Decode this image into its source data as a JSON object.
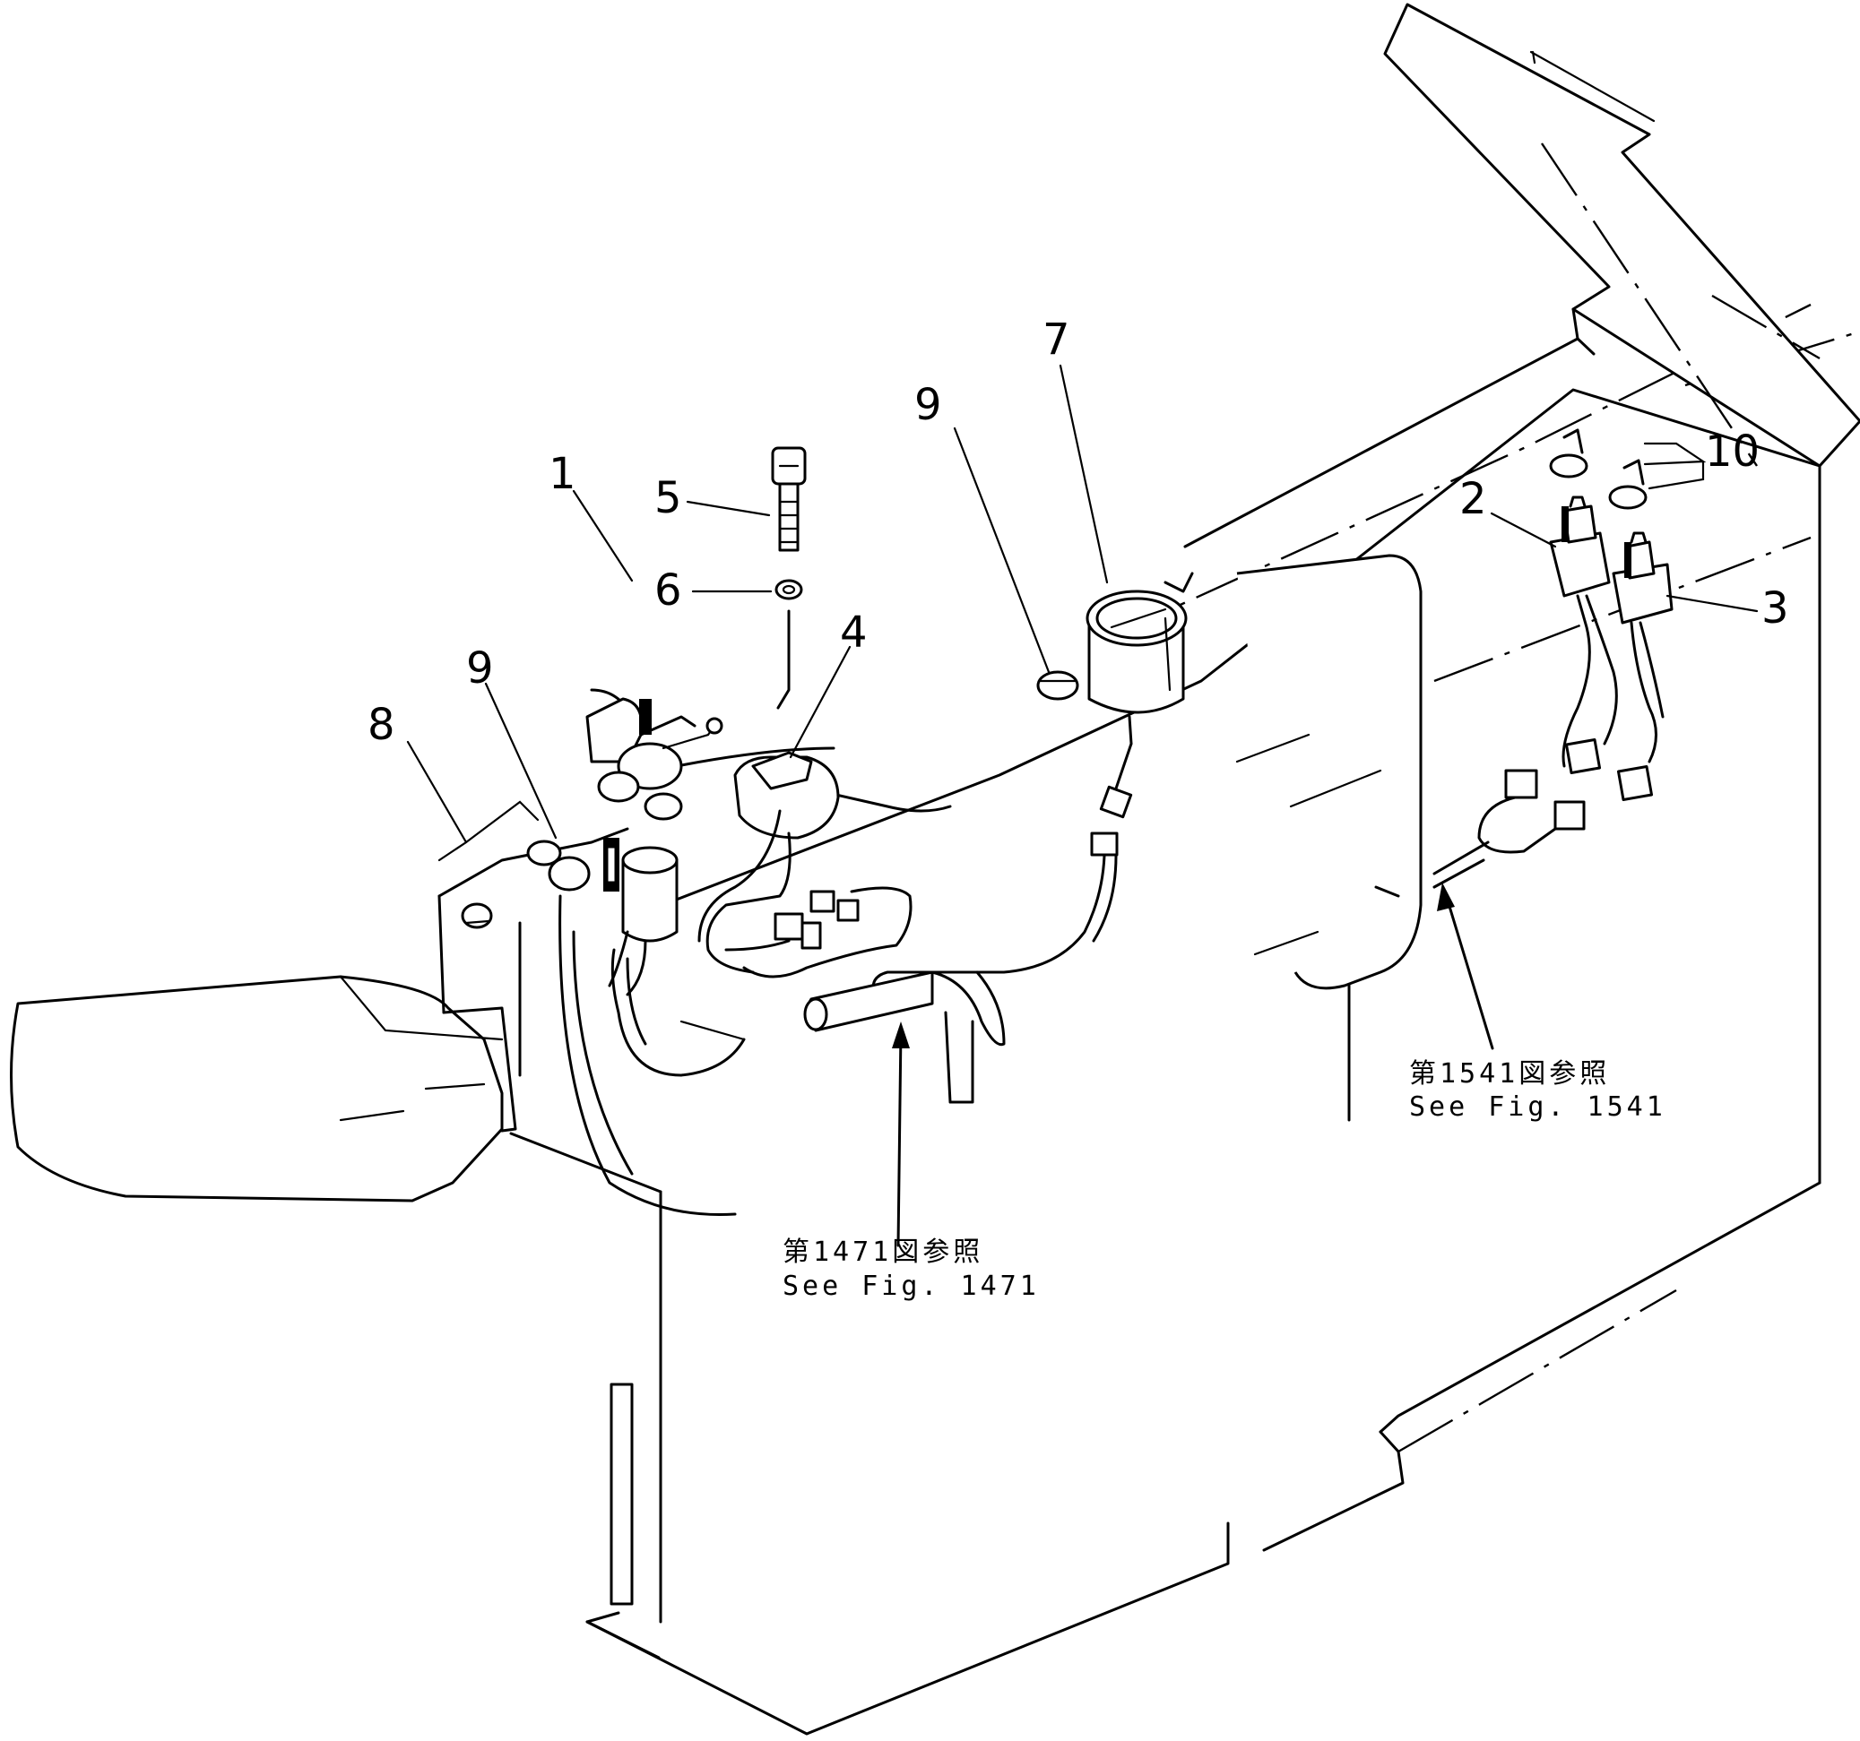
{
  "callouts": {
    "c1": "1",
    "c2": "2",
    "c3": "3",
    "c4": "4",
    "c5": "5",
    "c6": "6",
    "c7": "7",
    "c8": "8",
    "c9a": "9",
    "c9b": "9",
    "c10": "10"
  },
  "references": {
    "fig1471": {
      "jp": "第1471図参照",
      "en": "See  Fig.  1471"
    },
    "fig1541": {
      "jp": "第1541図参照",
      "en": "See  Fig.  1541"
    }
  }
}
